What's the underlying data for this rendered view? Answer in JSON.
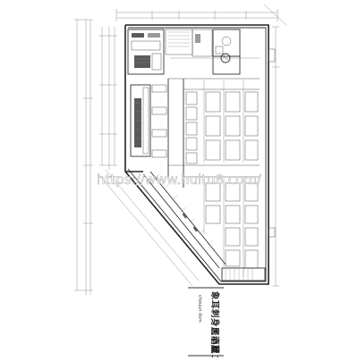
{
  "drawing": {
    "title_vertical": "象耳刺身居酒屋",
    "title_tail": "え小蔵１",
    "subtitle": "chouun dsm",
    "watermark": "https://www.huitu8.com/"
  }
}
